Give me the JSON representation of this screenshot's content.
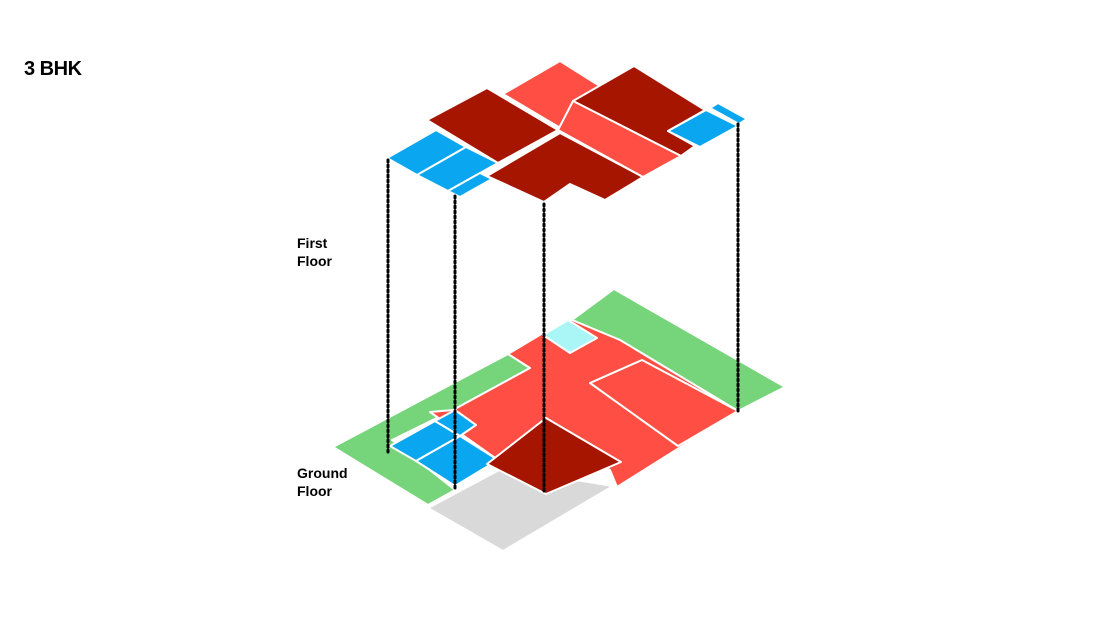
{
  "title": "3 BHK",
  "floors": {
    "first": {
      "line1": "First",
      "line2": "Floor"
    },
    "ground": {
      "line1": "Ground",
      "line2": "Floor"
    }
  },
  "colors": {
    "bedroom": "#a61500",
    "living": "#ff4f44",
    "wet": "#0aa6f0",
    "garden": "#76d47a",
    "court": "#aaf6f6",
    "paving": "#d9d9d9"
  }
}
